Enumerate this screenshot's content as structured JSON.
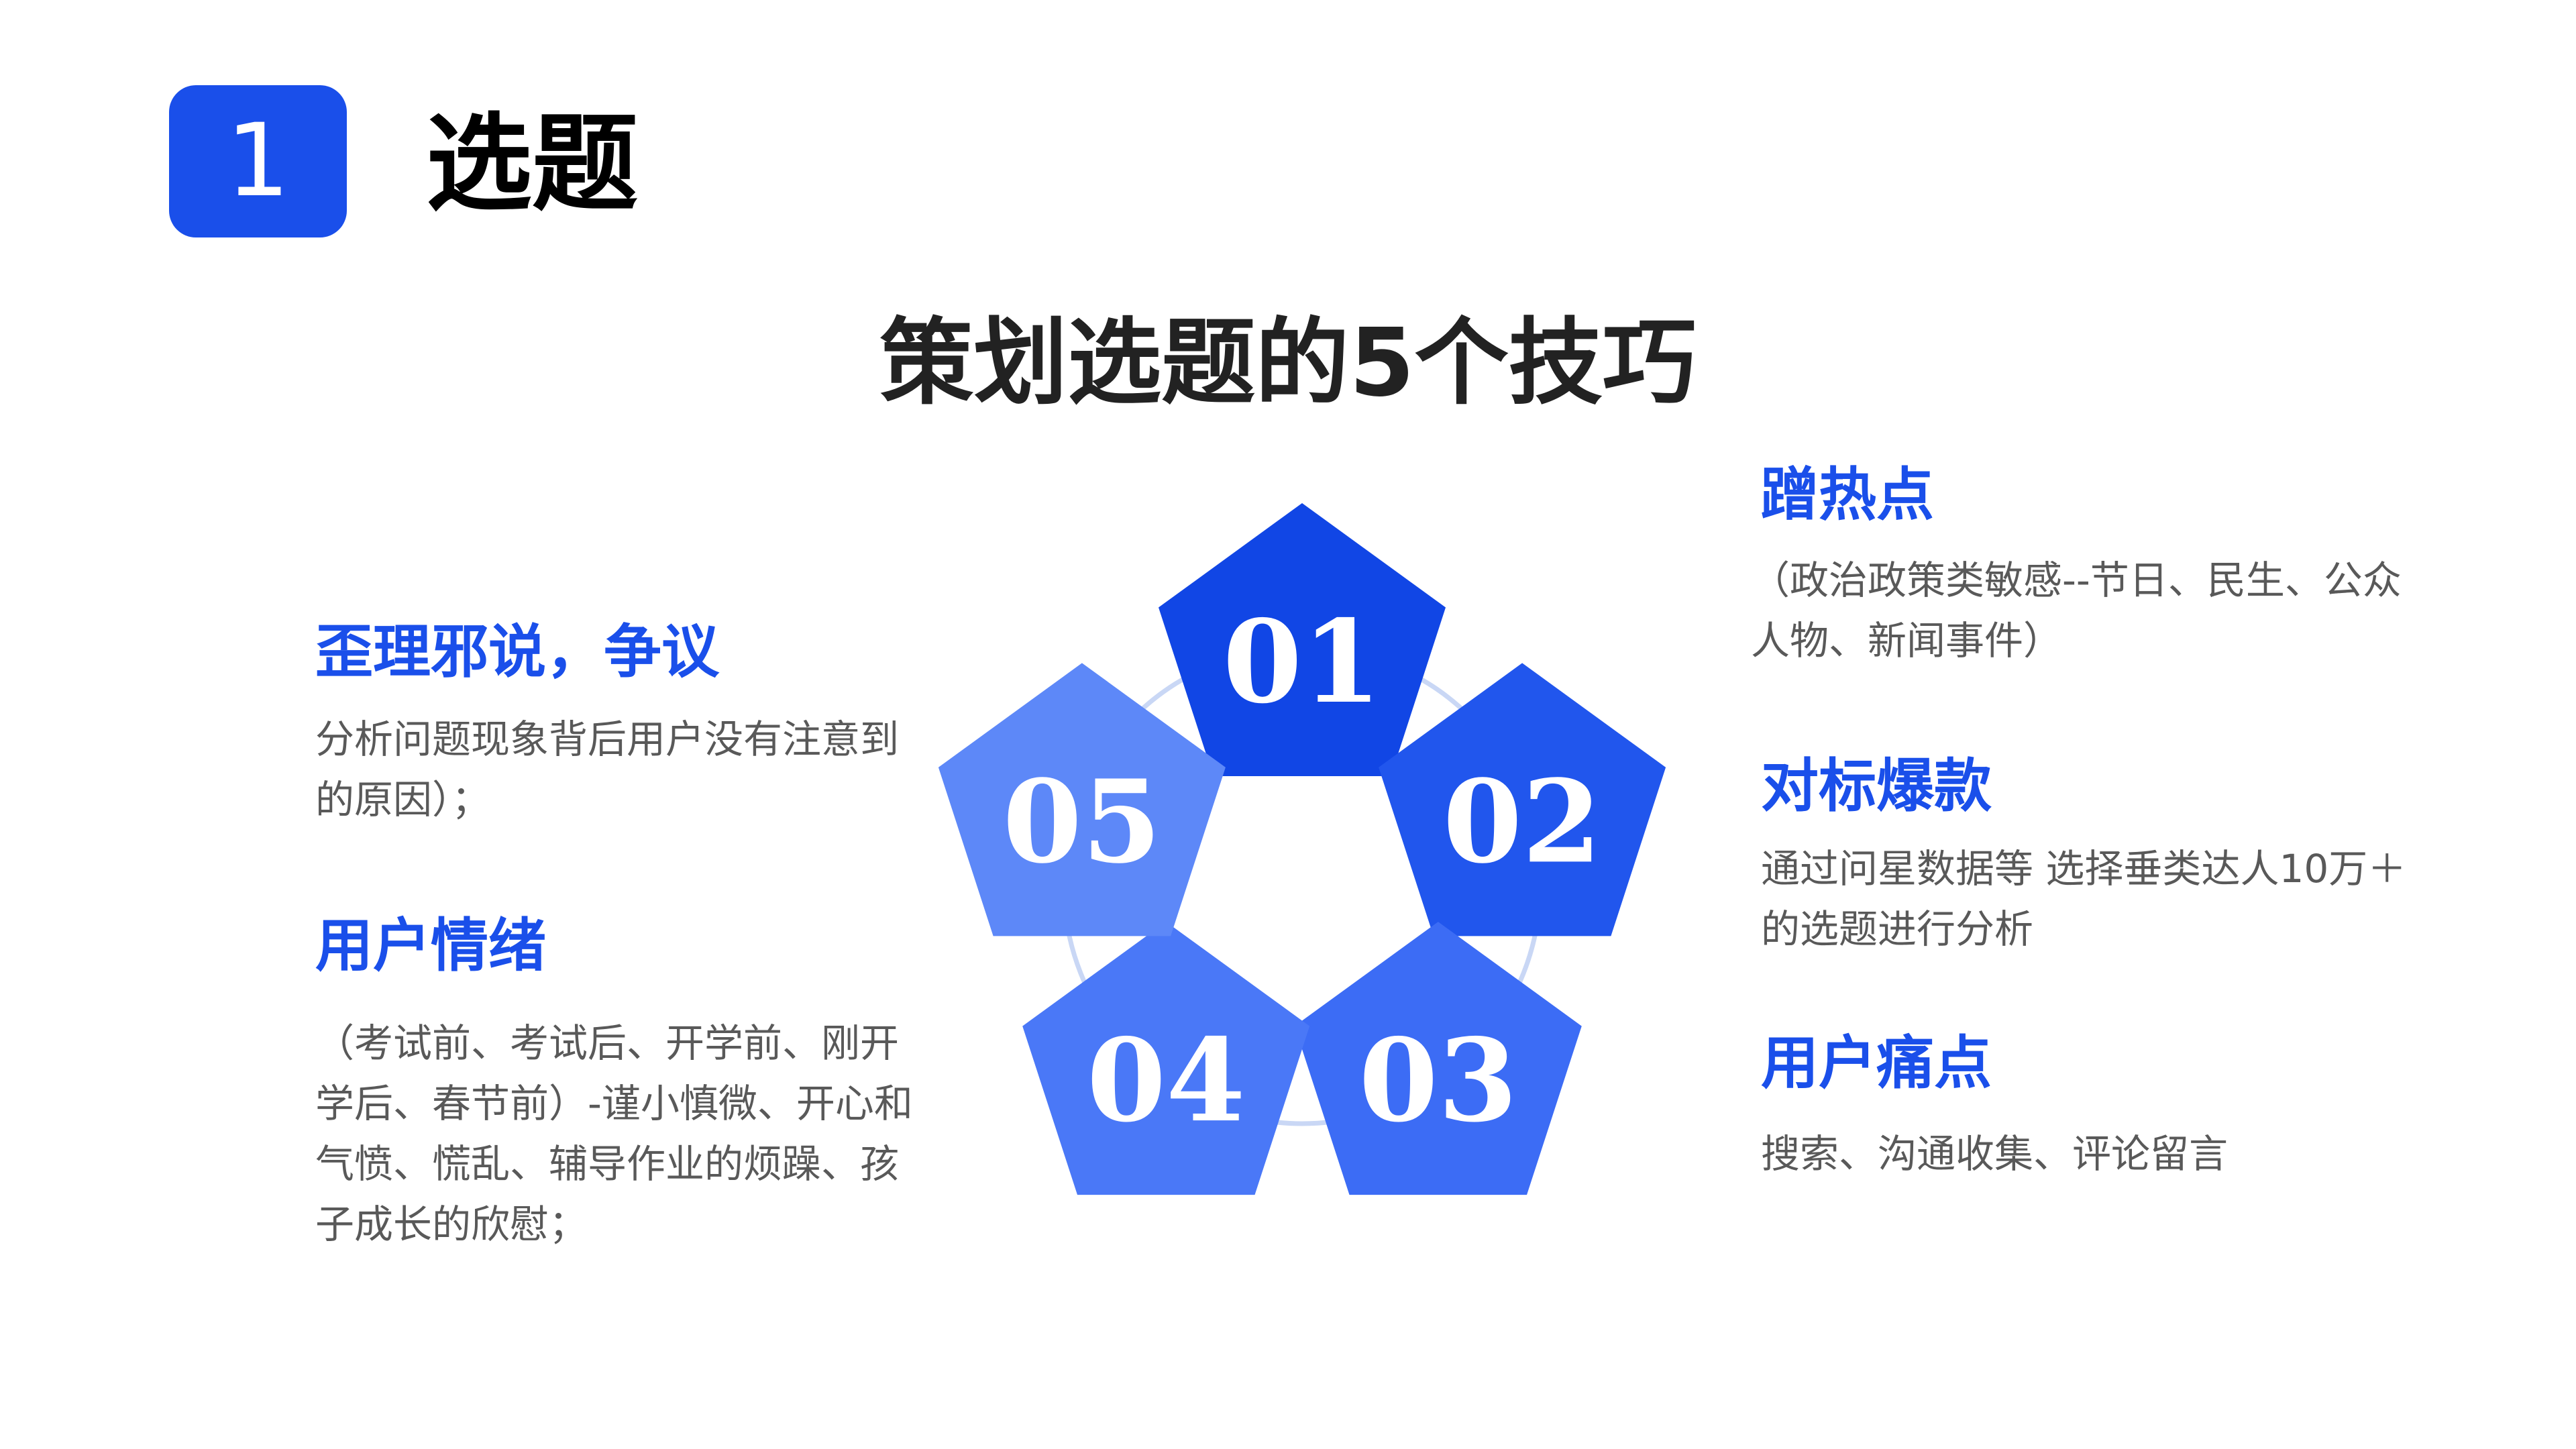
{
  "header": {
    "number": "1",
    "title": "选题"
  },
  "main_title": "策划选题的5个技巧",
  "pentagons": [
    {
      "label": "01",
      "color": "#1146e5"
    },
    {
      "label": "02",
      "color": "#2156ed"
    },
    {
      "label": "03",
      "color": "#3c6cf5"
    },
    {
      "label": "04",
      "color": "#4a78f7"
    },
    {
      "label": "05",
      "color": "#5d88f8"
    }
  ],
  "connector_color": "#c9d7f5",
  "items": {
    "hot_topics": {
      "heading": "蹭热点",
      "body": "（政治政策类敏感--节日、民生、公众人物、新闻事件）"
    },
    "benchmark": {
      "heading": "对标爆款",
      "body": "通过问星数据等 选择垂类达人10万＋的选题进行分析"
    },
    "pain_points": {
      "heading": "用户痛点",
      "body": "搜索、沟通收集、评论留言"
    },
    "emotions": {
      "heading": "用户情绪",
      "body": "（考试前、考试后、开学前、刚开学后、春节前）-谨小慎微、开心和气愤、慌乱、辅导作业的烦躁、孩子成长的欣慰；"
    },
    "controversy": {
      "heading": "歪理邪说，争议",
      "body": "分析问题现象背后用户没有注意到的原因）；"
    }
  }
}
